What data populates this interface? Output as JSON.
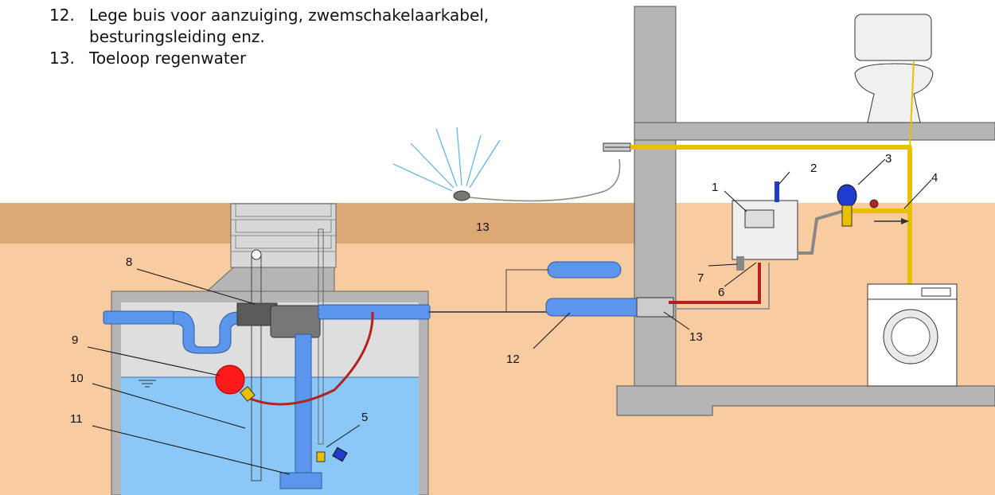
{
  "legend": [
    {
      "number": "12.",
      "text": "Lege buis voor aanzuiging, zwemschakelaarkabel, besturingsleiding enz."
    },
    {
      "number": "13.",
      "text": "Toeloop regenwater"
    }
  ],
  "labels": {
    "n1": "1",
    "n2": "2",
    "n3": "3",
    "n4": "4",
    "n5": "5",
    "n6": "6",
    "n7": "7",
    "n8": "8",
    "n9": "9",
    "n10": "10",
    "n11": "11",
    "n12": "12",
    "n13_pipe": "13",
    "n13_wall": "13"
  },
  "colors": {
    "soil_dark": "#dca874",
    "soil_light": "#f9cba0",
    "concrete": "#b5b5b5",
    "concrete_dark": "#8f8f8f",
    "water": "#8cc8f7",
    "pipe_blue": "#5b96ec",
    "pipe_yellow": "#e8c000",
    "hose_red": "#b22222",
    "float_red": "#ff1a1a",
    "pump_blue": "#1f3ccf"
  }
}
